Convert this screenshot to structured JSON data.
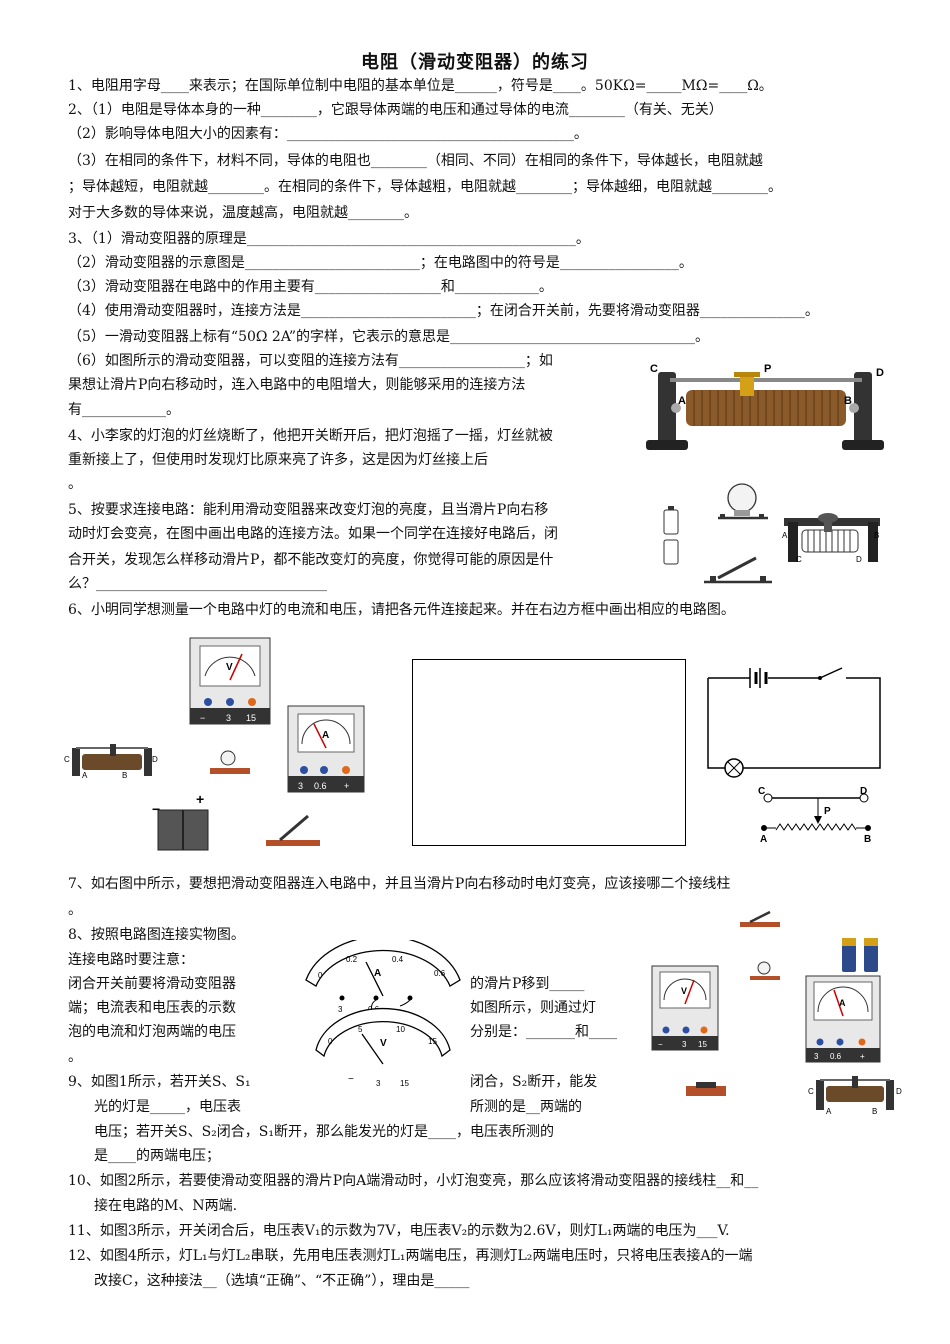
{
  "title": "电阻（滑动变阻器）的练习",
  "lines": [
    {
      "text": "1、电阻用字母____来表示；在国际单位制中电阻的基本单位是______，符号是____。50KΩ=_____MΩ=____Ω。"
    },
    {
      "text": "2、（1）电阻是导体本身的一种________，它跟导体两端的电压和通过导体的电流________（有关、无关）"
    },
    {
      "text": "（2）影响导体电阻大小的因素有：_________________________________________。"
    },
    {
      "text": "（3）在相同的条件下，材料不同，导体的电阻也________（相同、不同）在相同的条件下，导体越长，电阻就越"
    },
    {
      "text": "；导体越短，电阻就越________。在相同的条件下，导体越粗，电阻就越________；导体越细，电阻就越________。"
    },
    {
      "text": "对于大多数的导体来说，温度越高，电阻就越________。"
    },
    {
      "text": "3、（1）滑动变阻器的原理是_______________________________________________。"
    },
    {
      "text": "（2）滑动变阻器的示意图是_________________________；在电路图中的符号是_________________。"
    },
    {
      "text": "（3）滑动变阻器在电路中的作用主要有__________________和____________。"
    },
    {
      "text": "（4）使用滑动变阻器时，连接方法是_________________________；在闭合开关前，先要将滑动变阻器_______________。"
    },
    {
      "text": "（5）一滑动变阻器上标有“50Ω 2A”的字样，它表示的意思是___________________________________。"
    },
    {
      "text": "（6）如图所示的滑动变阻器，可以变阻的连接方法有__________________；如"
    },
    {
      "text": "果想让滑片P向右移动时，连入电路中的电阻增大，则能够采用的连接方法"
    },
    {
      "text": "有____________。"
    },
    {
      "text": "4、小李家的灯泡的灯丝烧断了，他把开关断开后，把灯泡摇了一摇，灯丝就被"
    },
    {
      "text": "重新接上了，但使用时发现灯比原来亮了许多，这是因为灯丝接上后"
    },
    {
      "text": "。"
    },
    {
      "text": "5、按要求连接电路：能利用滑动变阻器来改变灯泡的亮度，且当滑片P向右移"
    },
    {
      "text": "动时灯会变亮，在图中画出电路的连接方法。如果一个同学在连接好电路后，闭"
    },
    {
      "text": "合开关，发现怎么样移动滑片P，都不能改变灯的亮度，你觉得可能的原因是什"
    },
    {
      "text": "么？_________________________________"
    },
    {
      "text": "6、小明同学想测量一个电路中灯的电流和电压，请把各元件连接起来。并在右边方框中画出相应的电路图。"
    },
    {
      "text": "7、如右图中所示，要想把滑动变阻器连入电路中，并且当滑片P向右移动时电灯变亮，应该接哪二个接线柱"
    },
    {
      "text": "。"
    },
    {
      "text": "8、按照电路图连接实物图。"
    },
    {
      "text": "连接电路时要注意："
    },
    {
      "text": "闭合开关前要将滑动变阻器"
    },
    {
      "text": "端；电流表和电压表的示数"
    },
    {
      "text": "泡的电流和灯泡两端的电压"
    },
    {
      "text": "。"
    },
    {
      "text": "的滑片P移到_____"
    },
    {
      "text": "如图所示，则通过灯"
    },
    {
      "text": "分别是：_______和____"
    },
    {
      "text": "9、如图1所示，若开关S、S₁"
    },
    {
      "text": "闭合，S₂断开，能发"
    },
    {
      "text": "光的灯是_____，电压表"
    },
    {
      "text": "所测的是__两端的"
    },
    {
      "text": "电压；若开关S、S₂闭合，S₁断开，那么能发光的灯是____，电压表所测的"
    },
    {
      "text": "是____的两端电压；"
    },
    {
      "text": "10、如图2所示，若要使滑动变阻器的滑片P向A端滑动时，小灯泡变亮，那么应该将滑动变阻器的接线柱__和__"
    },
    {
      "text": "接在电路的M、N两端."
    },
    {
      "text": "11、如图3所示，开关闭合后，电压表V₁的示数为7V，电压表V₂的示数为2.6V，则灯L₁两端的电压为___V."
    },
    {
      "text": "12、如图4所示，灯L₁与灯L₂串联，先用电压表测灯L₁两端电压，再测灯L₂两端电压时，只将电压表接A的一端"
    },
    {
      "text": "改接C，这种接法__（选填“正确”、“不正确”），理由是_____"
    }
  ],
  "figure_labels": {
    "rheostat": {
      "c": "C",
      "p": "P",
      "d": "D",
      "a": "A",
      "b": "B"
    },
    "voltmeter": {
      "symbol": "V",
      "minus": "−",
      "t3": "3",
      "t15": "15"
    },
    "ammeter": {
      "symbol": "A",
      "t3": "3",
      "t06": "0.6",
      "plus": "+"
    },
    "battery": {
      "minus": "−",
      "plus": "+"
    },
    "diagram7": {
      "c": "C",
      "d": "D",
      "p": "P",
      "a": "A",
      "b": "B"
    },
    "dual_meter": {
      "top_symbol": "A",
      "top_ticks": [
        "0",
        "0.2",
        "0.4",
        "0.6"
      ],
      "top_terminals": [
        "3",
        "0.6"
      ],
      "bottom_symbol": "V",
      "bottom_ticks": [
        "0",
        "5",
        "10",
        "15"
      ],
      "bottom_terminals": [
        "3",
        "15"
      ],
      "minus": "−"
    }
  }
}
